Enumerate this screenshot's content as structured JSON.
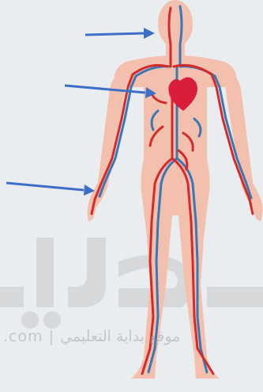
{
  "watermark": {
    "text": ".com | موقع بداية التعليمي",
    "logo_text": "بداية"
  },
  "colors": {
    "background": "#eaedf0",
    "body": "#f4c0ae",
    "artery": "#d42a2a",
    "vein": "#3a78b5",
    "heart": "#d81e3a",
    "arrow": "#3d6fc9"
  },
  "arrows": [
    {
      "target": "head-vessels"
    },
    {
      "target": "heart"
    },
    {
      "target": "wrist-vessels"
    }
  ]
}
